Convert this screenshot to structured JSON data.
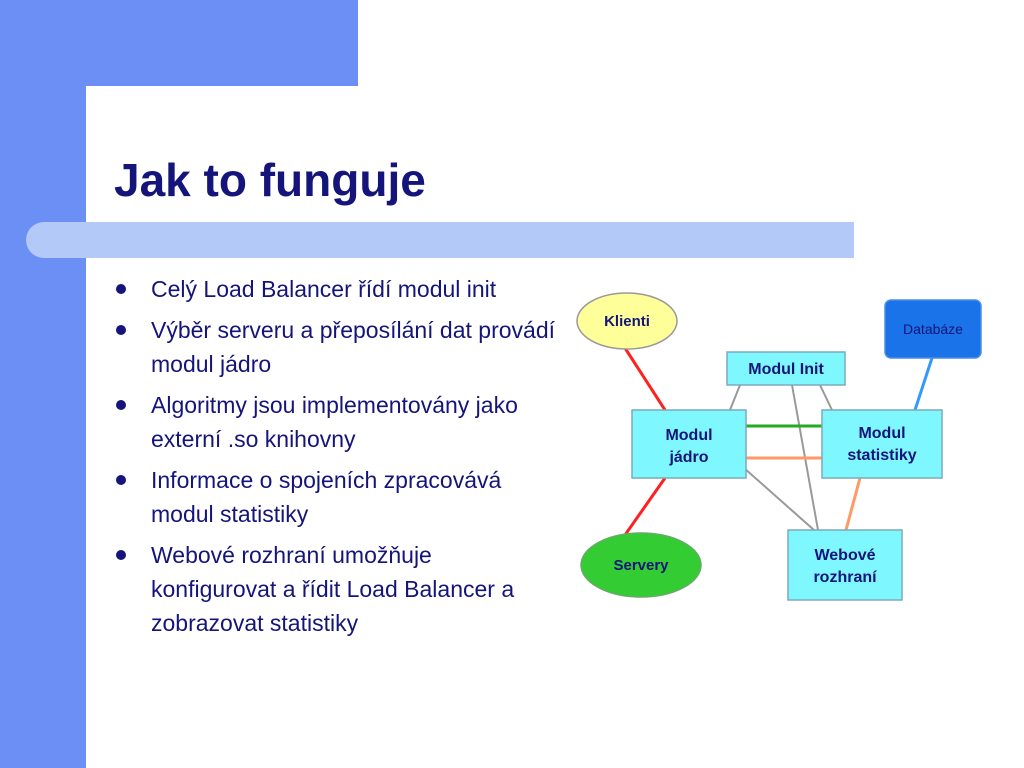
{
  "slide": {
    "title": "Jak to funguje",
    "bullets": [
      "Celý Load Balancer řídí modul init",
      "Výběr serveru a přeposílání dat provádí modul jádro",
      "Algoritmy jsou implementovány jako externí .so knihovny",
      "Informace o spojeních zpracovává modul statistiky",
      "Webové rozhraní umožňuje konfigurovat a řídit Load Balancer a zobrazovat statistiky"
    ]
  },
  "diagram": {
    "klienti": "Klienti",
    "servery": "Servery",
    "databaze": "Databáze",
    "modul_init": "Modul Init",
    "modul_jadro": [
      "Modul",
      "jádro"
    ],
    "modul_statistiky": [
      "Modul",
      "statistiky"
    ],
    "webove_rozhrani": [
      "Webové",
      "rozhraní"
    ]
  },
  "colors": {
    "background_accent": "#6b8ff5",
    "title_bar": "#b3c9f7",
    "text": "#14147a",
    "box_fill": "#7ff7ff",
    "klienti_fill": "#ffff99",
    "servery_fill": "#33cc33",
    "databaze_fill": "#1a73e8",
    "edge_red": "#ff2020",
    "edge_green": "#22aa22",
    "edge_orange": "#ff9966",
    "edge_gray": "#999999",
    "edge_blue": "#3399ff"
  }
}
